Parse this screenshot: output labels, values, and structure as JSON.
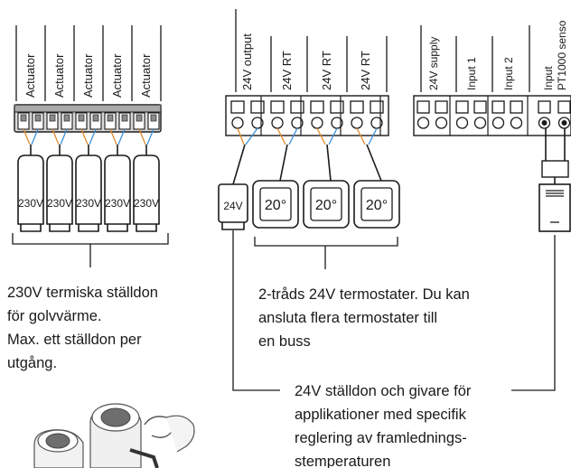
{
  "actuator_block": {
    "headers": [
      "Actuator",
      "Actuator",
      "Actuator",
      "Actuator",
      "Actuator"
    ],
    "devices": [
      "230V",
      "230V",
      "230V",
      "230V",
      "230V"
    ],
    "caption": [
      "230V termiska ställdon",
      "för golvvärme.",
      "Max. ett ställdon per",
      "utgång."
    ]
  },
  "thermostat_block": {
    "headers": [
      "24V output",
      "24V RT",
      "24V RT",
      "24V RT"
    ],
    "output_device": "24V",
    "thermostats": [
      "20°",
      "20°",
      "20°"
    ],
    "caption": [
      "2-tråds 24V termostater. Du kan",
      "ansluta flera termostater till",
      "en buss"
    ]
  },
  "input_block": {
    "headers": [
      "24V supply",
      "Input 1",
      "Input 2"
    ],
    "sensor_header": [
      "Input",
      "PT1000 senso"
    ]
  },
  "bottom_caption": [
    "24V ställdon och givare för",
    "applikationer med specifik",
    "reglering av framlednings-",
    "stemperaturen"
  ],
  "colors": {
    "wire_blue": "#3a8fd6",
    "wire_orange": "#e08a2e",
    "line": "#1a1a1a"
  }
}
